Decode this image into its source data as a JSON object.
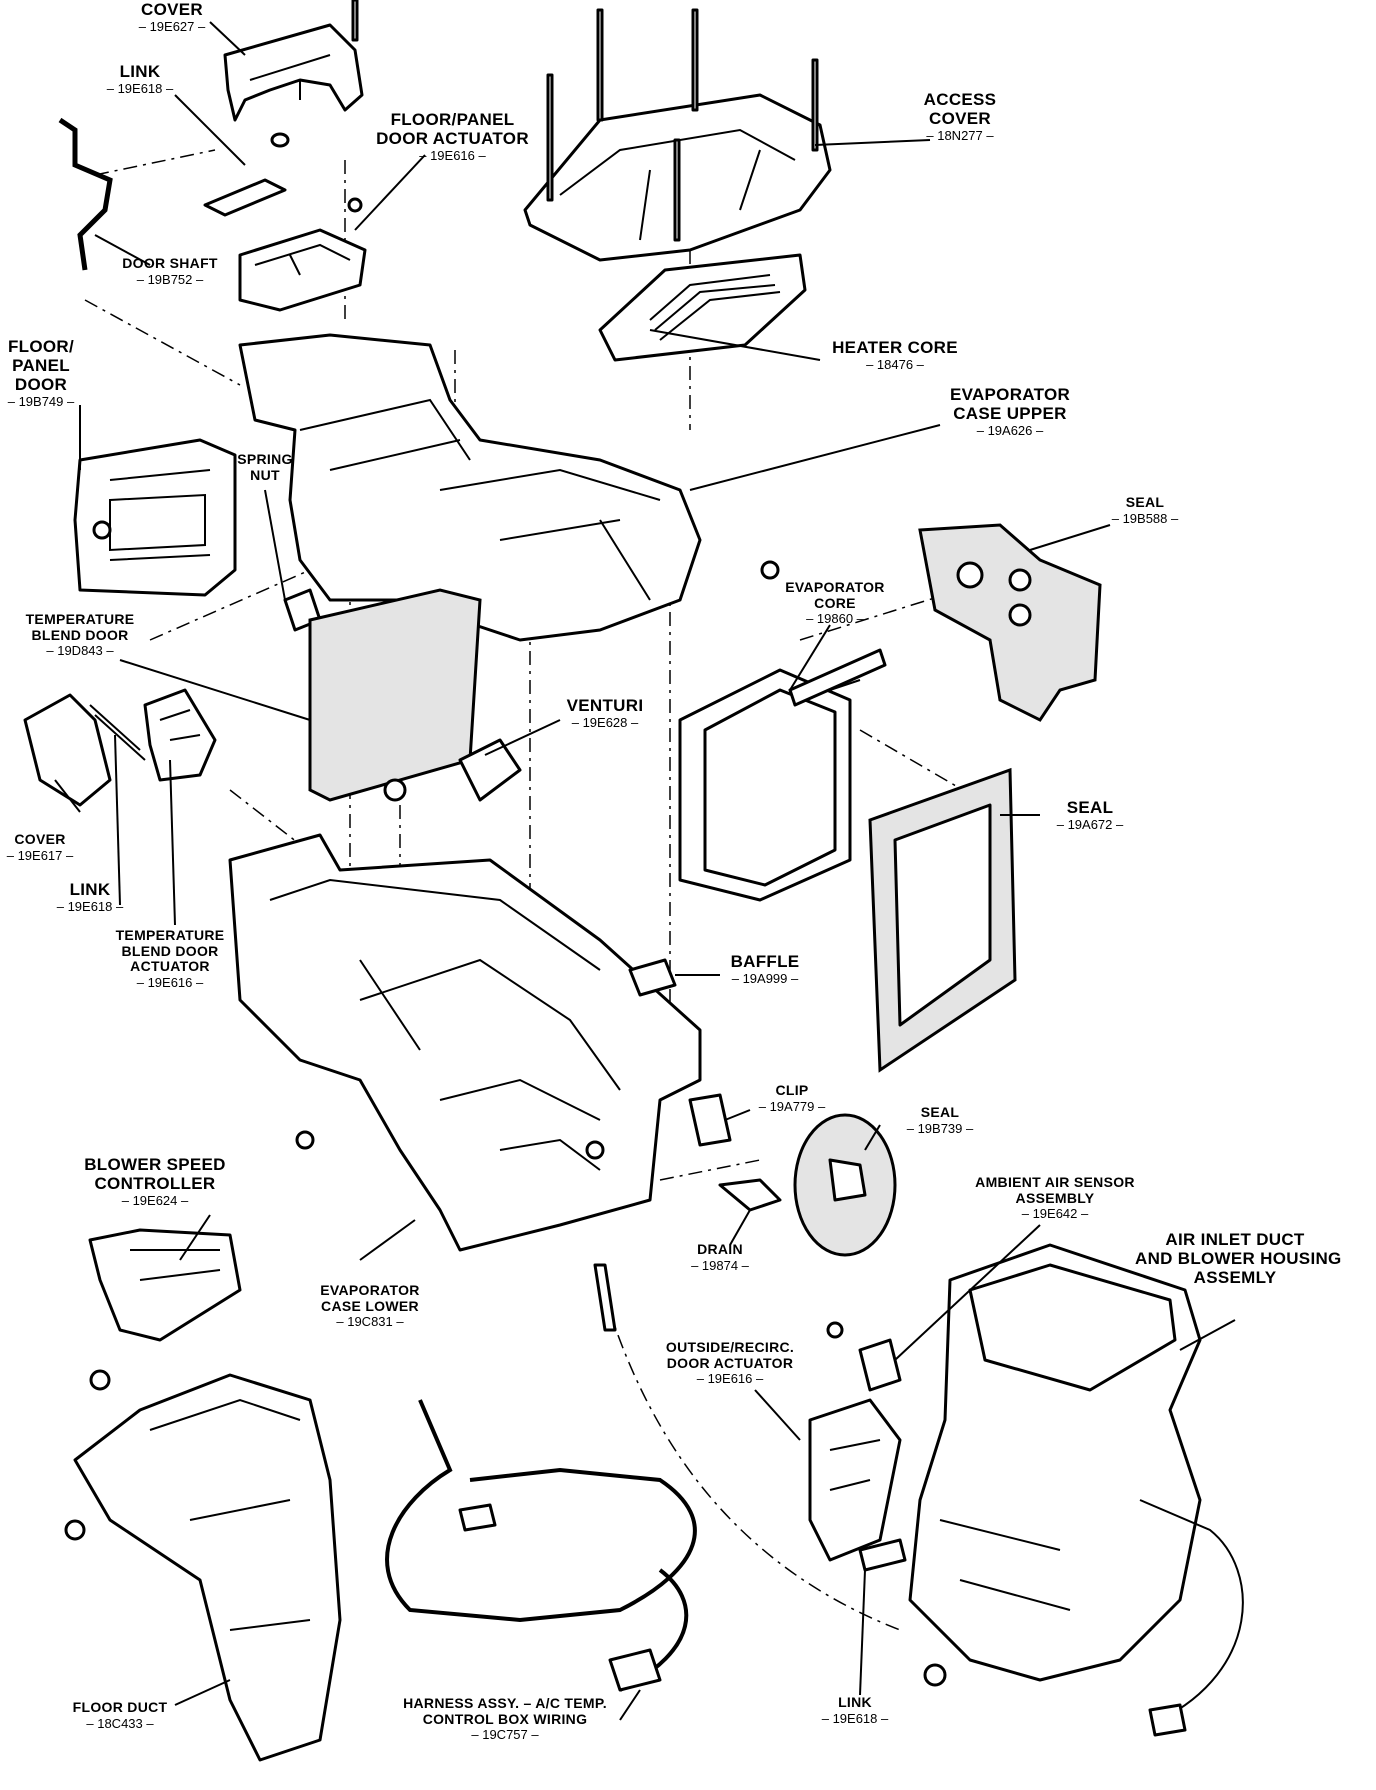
{
  "labels": {
    "cover_top": {
      "name": "COVER",
      "part": "– 19E627 –"
    },
    "link_top": {
      "name": "LINK",
      "part": "– 19E618 –"
    },
    "floor_panel_actuator": {
      "name1": "FLOOR/PANEL",
      "name2": "DOOR ACTUATOR",
      "part": "– 19E616 –"
    },
    "access_cover": {
      "name1": "ACCESS",
      "name2": "COVER",
      "part": "– 18N277 –"
    },
    "door_shaft": {
      "name": "DOOR SHAFT",
      "part": "– 19B752 –"
    },
    "floor_panel_door": {
      "name1": "FLOOR/",
      "name2": "PANEL",
      "name3": "DOOR",
      "part": "– 19B749 –"
    },
    "heater_core": {
      "name": "HEATER CORE",
      "part": "– 18476 –"
    },
    "evap_case_upper": {
      "name1": "EVAPORATOR",
      "name2": "CASE UPPER",
      "part": "– 19A626 –"
    },
    "spring_nut": {
      "name1": "SPRING",
      "name2": "NUT"
    },
    "seal_right_top": {
      "name": "SEAL",
      "part": "– 19B588 –"
    },
    "evaporator_core": {
      "name1": "EVAPORATOR",
      "name2": "CORE",
      "part": "– 19860 –"
    },
    "temp_blend_door": {
      "name1": "TEMPERATURE",
      "name2": "BLEND DOOR",
      "part": "– 19D843 –"
    },
    "venturi": {
      "name": "VENTURI",
      "part": "– 19E628 –"
    },
    "seal_right_mid": {
      "name": "SEAL",
      "part": "– 19A672 –"
    },
    "cover_left": {
      "name": "COVER",
      "part": "– 19E617 –"
    },
    "link_left": {
      "name": "LINK",
      "part": "– 19E618 –"
    },
    "temp_blend_actuator": {
      "name1": "TEMPERATURE",
      "name2": "BLEND DOOR",
      "name3": "ACTUATOR",
      "part": "– 19E616 –"
    },
    "baffle": {
      "name": "BAFFLE",
      "part": "– 19A999 –"
    },
    "clip": {
      "name": "CLIP",
      "part": "– 19A779 –"
    },
    "seal_lower": {
      "name": "SEAL",
      "part": "– 19B739 –"
    },
    "blower_speed": {
      "name1": "BLOWER SPEED",
      "name2": "CONTROLLER",
      "part": "– 19E624 –"
    },
    "ambient_sensor": {
      "name1": "AMBIENT AIR SENSOR",
      "name2": "ASSEMBLY",
      "part": "– 19E642 –"
    },
    "air_inlet": {
      "name1": "AIR INLET DUCT",
      "name2": "AND BLOWER HOUSING",
      "name3": "ASSEMLY"
    },
    "drain": {
      "name": "DRAIN",
      "part": "– 19874 –"
    },
    "evap_case_lower": {
      "name1": "EVAPORATOR",
      "name2": "CASE LOWER",
      "part": "– 19C831 –"
    },
    "outside_recirc": {
      "name1": "OUTSIDE/RECIRC.",
      "name2": "DOOR ACTUATOR",
      "part": "– 19E616 –"
    },
    "link_bottom": {
      "name": "LINK",
      "part": "– 19E618 –"
    },
    "floor_duct": {
      "name": "FLOOR DUCT",
      "part": "– 18C433 –"
    },
    "harness": {
      "name1": "HARNESS ASSY. – A/C TEMP.",
      "name2": "CONTROL BOX WIRING",
      "part": "– 19C757 –"
    }
  }
}
